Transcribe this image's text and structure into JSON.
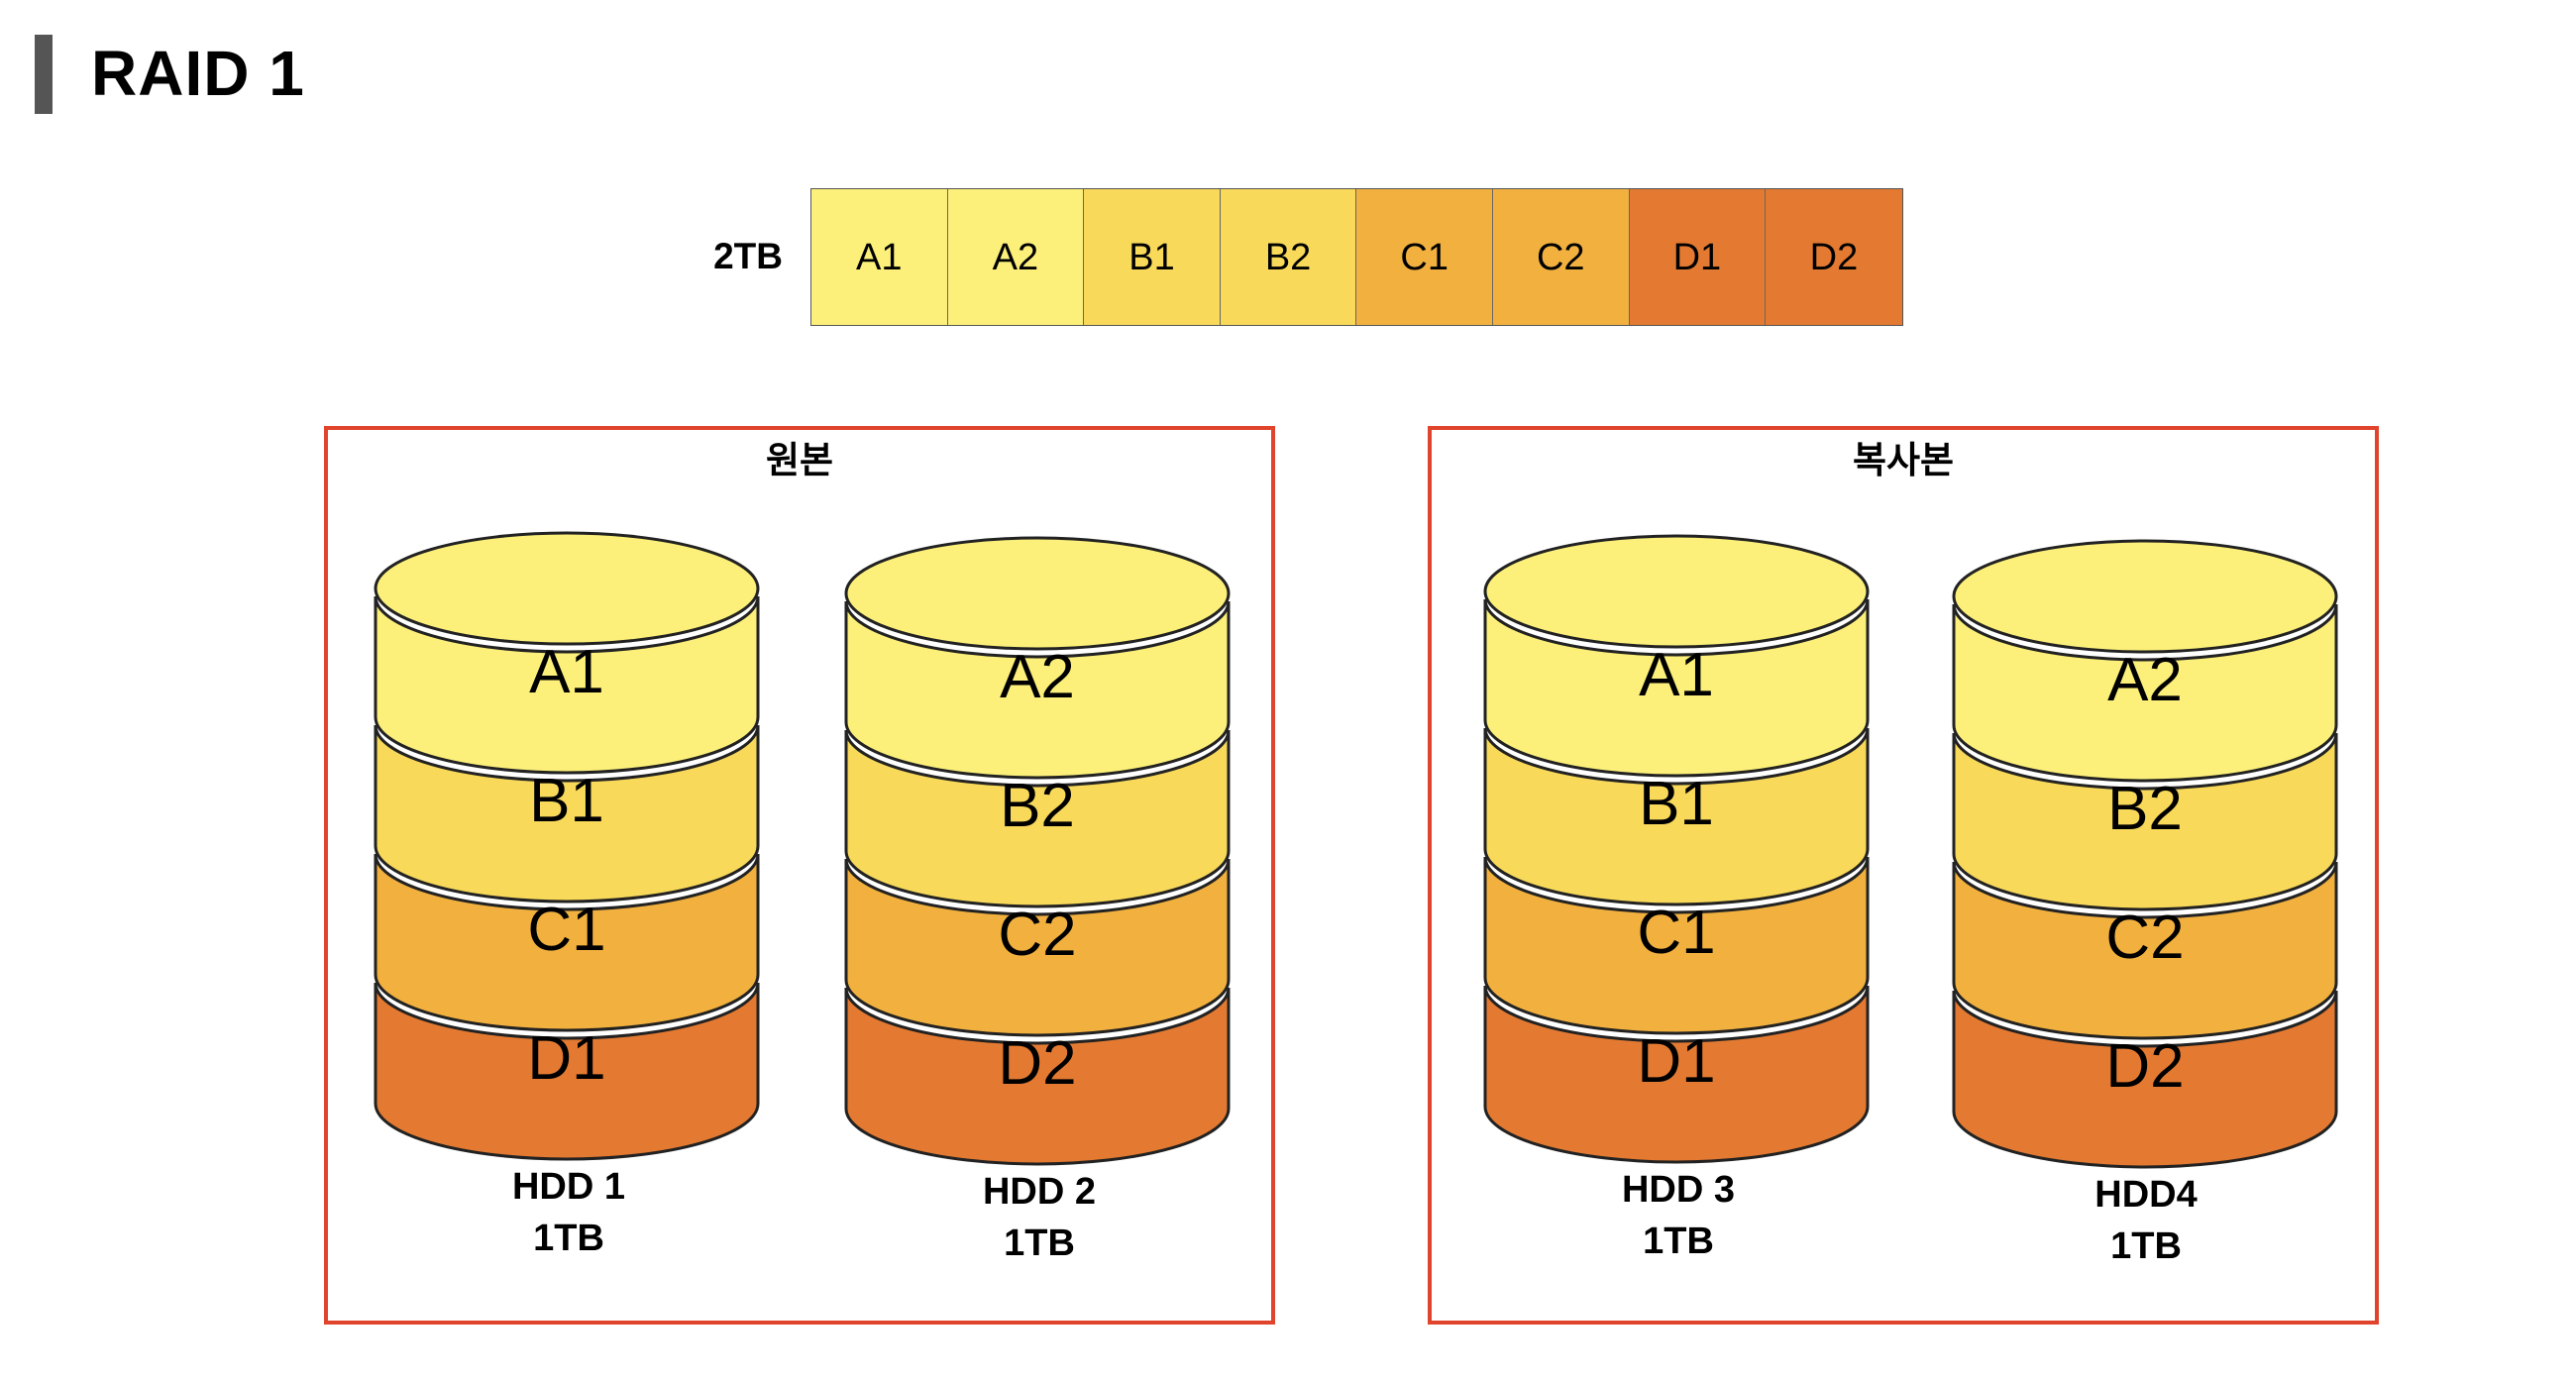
{
  "title": "RAID 1",
  "capacity_label": "2TB",
  "strip": [
    {
      "label": "A1",
      "color": "#fcf07a"
    },
    {
      "label": "A2",
      "color": "#fcf07a"
    },
    {
      "label": "B1",
      "color": "#f8d95a"
    },
    {
      "label": "B2",
      "color": "#f8d95a"
    },
    {
      "label": "C1",
      "color": "#f2b13f"
    },
    {
      "label": "C2",
      "color": "#f2b13f"
    },
    {
      "label": "D1",
      "color": "#e47a31"
    },
    {
      "label": "D2",
      "color": "#e47a31"
    }
  ],
  "segment_colors": {
    "A": "#fcf07a",
    "B": "#f8d95a",
    "C": "#f2b13f",
    "D": "#e47a31",
    "top": "#fcf07a"
  },
  "accent_border": "#e0442c",
  "groups": [
    {
      "title": "원본",
      "disks": [
        {
          "name": "HDD 1",
          "size": "1TB",
          "segments": [
            "A1",
            "B1",
            "C1",
            "D1"
          ]
        },
        {
          "name": "HDD 2",
          "size": "1TB",
          "segments": [
            "A2",
            "B2",
            "C2",
            "D2"
          ]
        }
      ]
    },
    {
      "title": "복사본",
      "disks": [
        {
          "name": "HDD 3",
          "size": "1TB",
          "segments": [
            "A1",
            "B1",
            "C1",
            "D1"
          ]
        },
        {
          "name": "HDD4",
          "size": "1TB",
          "segments": [
            "A2",
            "B2",
            "C2",
            "D2"
          ]
        }
      ]
    }
  ]
}
